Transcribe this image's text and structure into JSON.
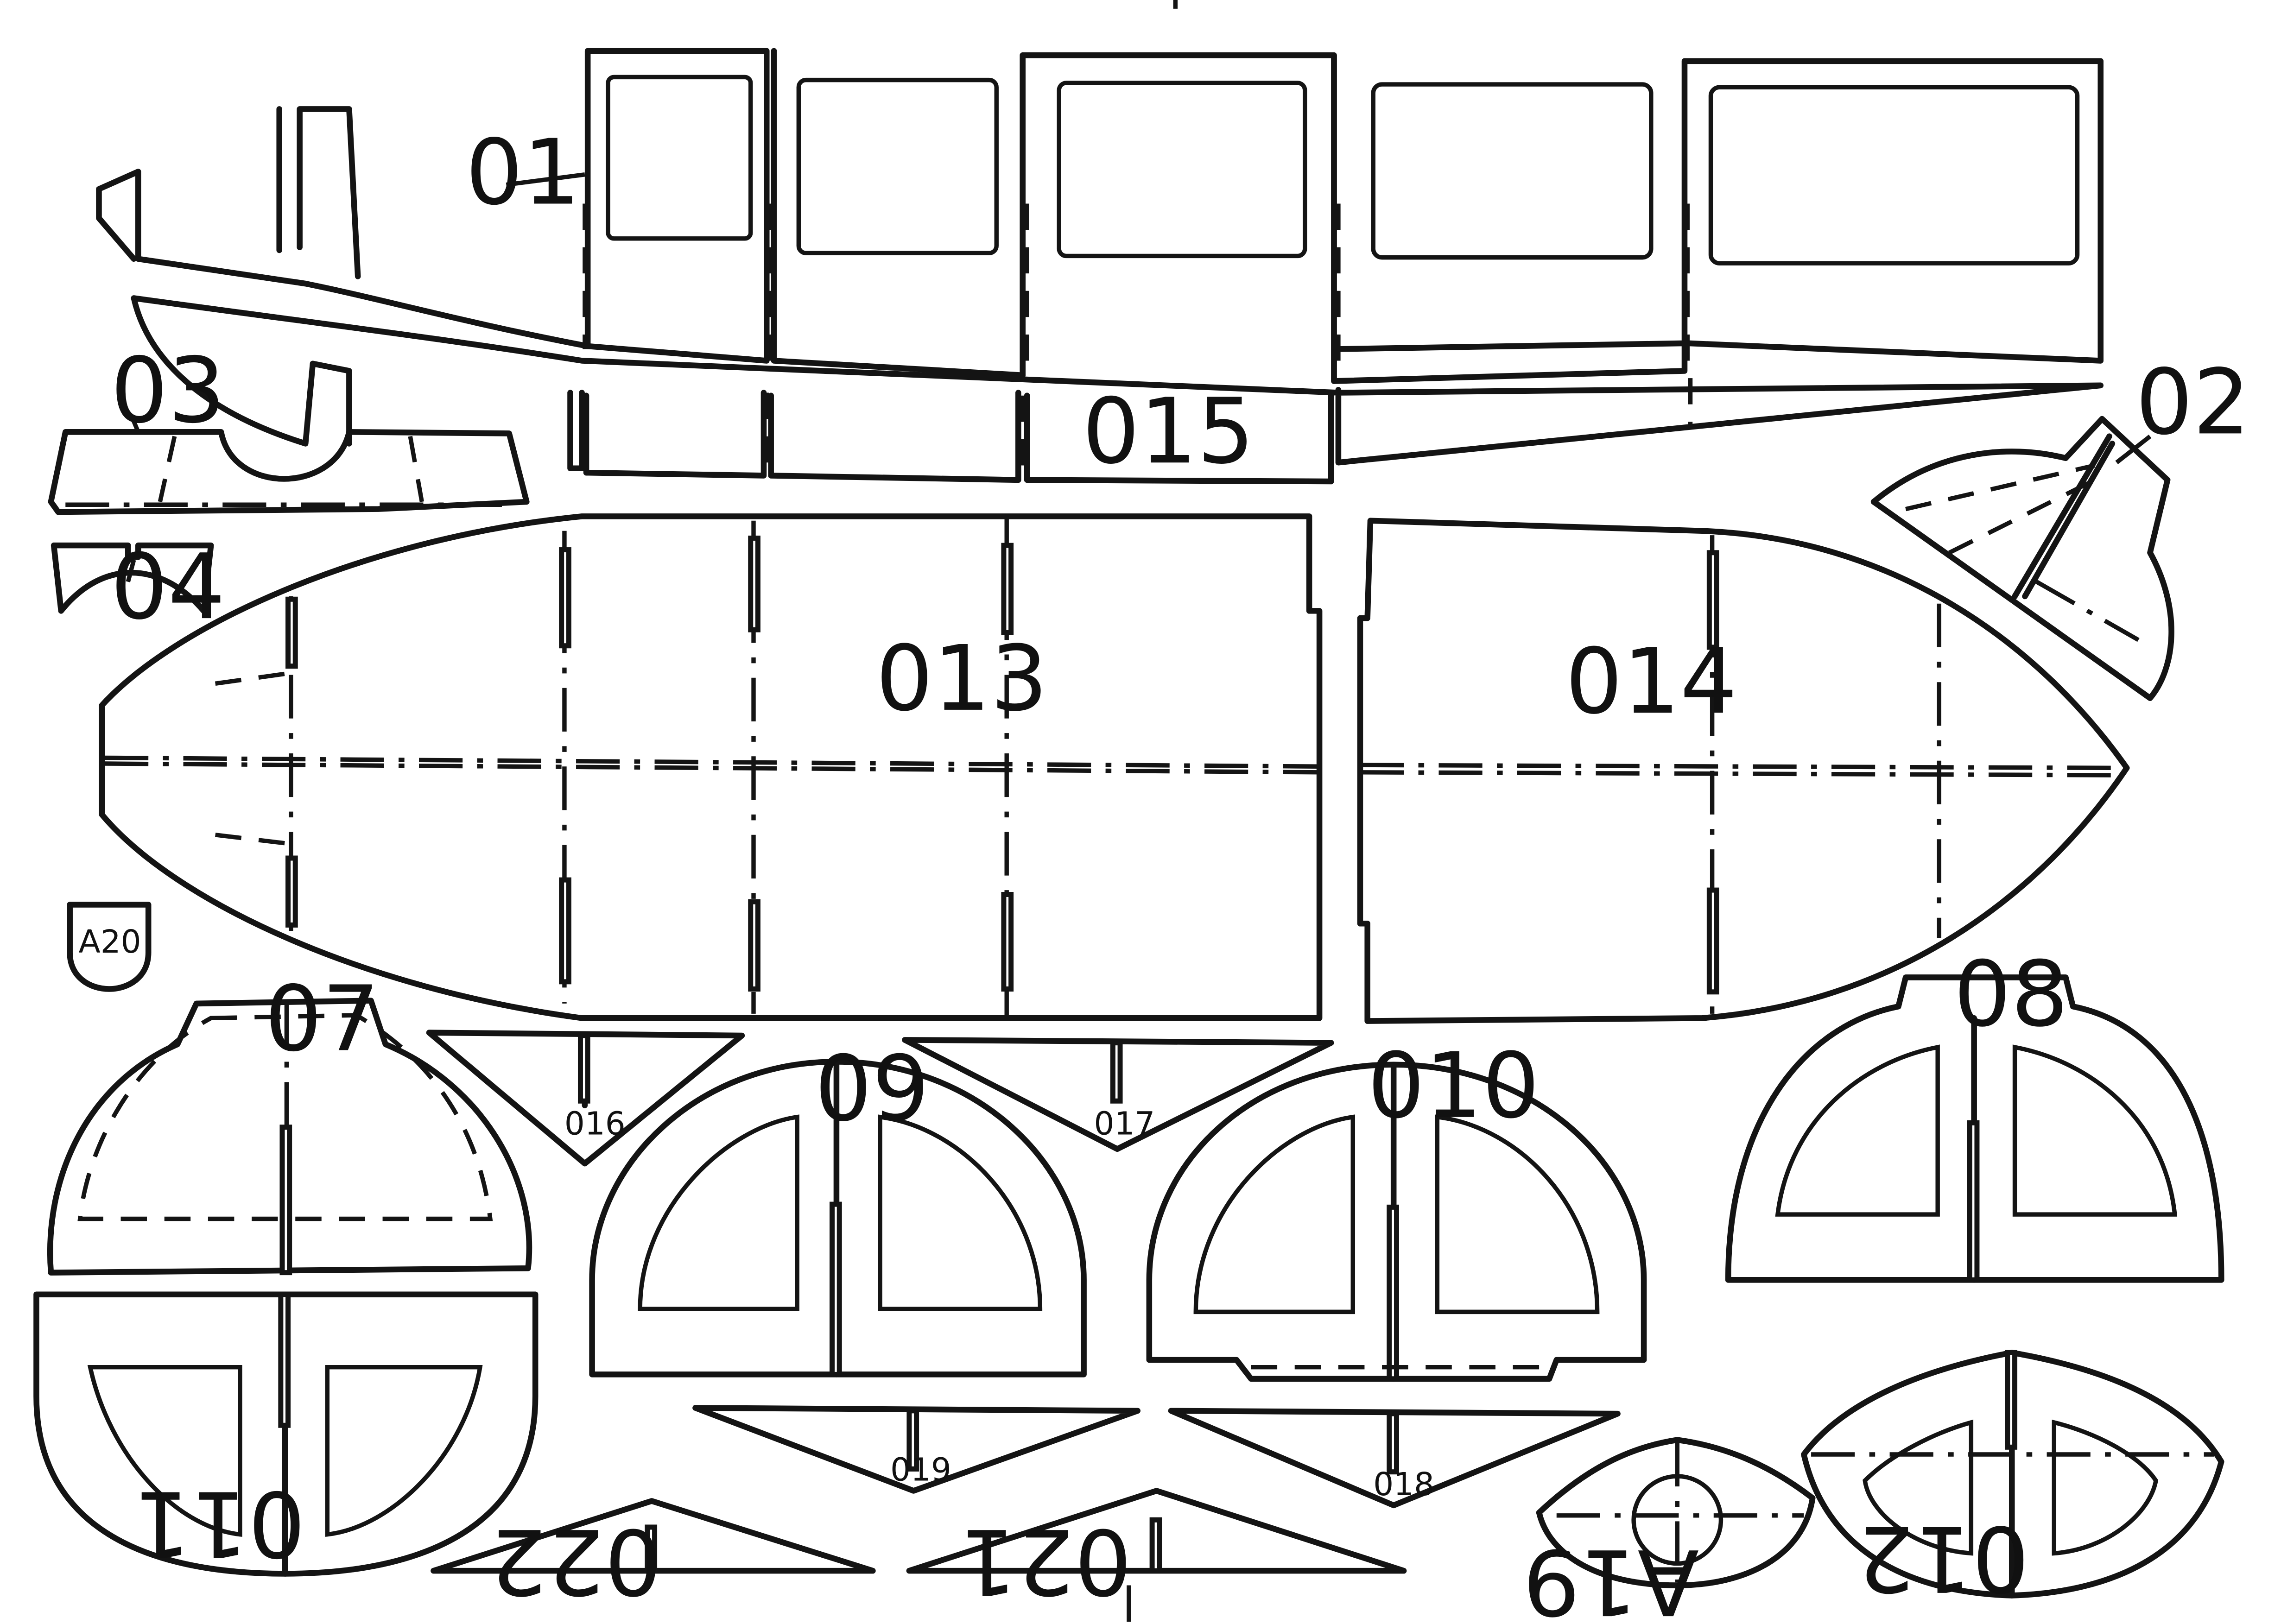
{
  "sheet": {
    "id": "A20",
    "background": "#ffffff",
    "ink": "#141414"
  },
  "parts": {
    "p01": "01",
    "p02": "02",
    "p03": "03",
    "p04": "04",
    "p07": "07",
    "p08": "08",
    "p09": "09",
    "p010": "010",
    "p011": "011",
    "p012": "012",
    "p013": "013",
    "p014": "014",
    "p015": "015",
    "p016": "016",
    "p017": "017",
    "p018": "018",
    "p019": "019",
    "p021": "021",
    "p022": "022",
    "a19": "A19"
  }
}
